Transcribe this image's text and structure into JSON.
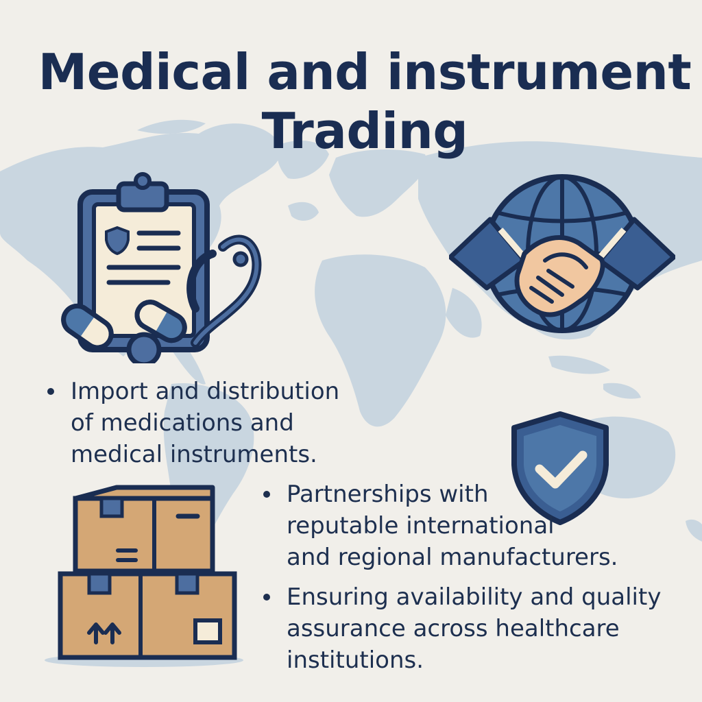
{
  "title": {
    "line1": "Medical and instrument",
    "line2": "Trading"
  },
  "icons": {
    "medical": "clipboard-stethoscope-pills-icon",
    "partnership": "globe-handshake-icon",
    "quality": "shield-checkmark-icon",
    "logistics": "stacked-boxes-icon"
  },
  "bullets": [
    {
      "lines": [
        "Import and distribution",
        "of medications and",
        "medical instruments."
      ]
    },
    {
      "lines": [
        "Partnerships with",
        "reputable international",
        "and regional manufacturers."
      ]
    },
    {
      "lines": [
        "Ensuring availability and quality",
        "assurance across healthcare",
        "institutions."
      ]
    }
  ],
  "colors": {
    "background": "#f1efea",
    "map": "#c9d6e0",
    "navy": "#1a2d52",
    "blue": "#4d77a8",
    "box": "#d4a775",
    "skin": "#f1c7a0"
  }
}
